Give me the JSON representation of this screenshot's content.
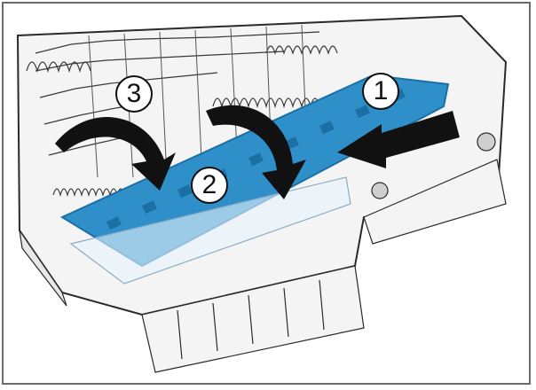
{
  "callouts": [
    {
      "number": "1"
    },
    {
      "number": "2"
    },
    {
      "number": "3"
    }
  ],
  "colors": {
    "frame": "#6b6b6b",
    "outline": "#2a2a2a",
    "rack_blue": "#2f8fc9",
    "rack_blue_dark": "#1b6fa5",
    "arrow": "#111111",
    "basket_fill": "#f4f4f4"
  },
  "icons": [
    "arrow-left-icon",
    "curved-arrow-icon"
  ]
}
